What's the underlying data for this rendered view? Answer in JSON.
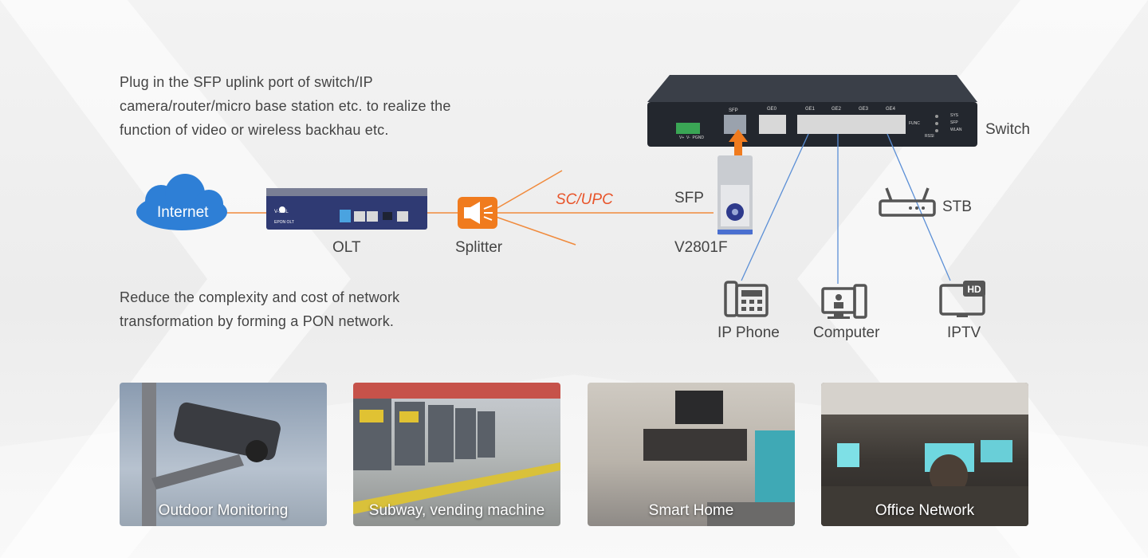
{
  "intro_text": {
    "line1": "Plug in the SFP uplink port of switch/IP",
    "line2": "camera/router/micro base station etc. to realize the",
    "line3": "function of video or wireless backhau etc."
  },
  "bottom_text": {
    "line1": "Reduce the complexity and cost of network",
    "line2": "transformation by forming a PON network."
  },
  "diagram": {
    "internet": "Internet",
    "olt": "OLT",
    "olt_brand": "V-SOL",
    "olt_model": "EPON OLT",
    "splitter": "Splitter",
    "connector": "SC/UPC",
    "sfp": "SFP",
    "module": "V2801F",
    "switch": "Switch",
    "stb": "STB",
    "ip_phone": "IP Phone",
    "computer": "Computer",
    "iptv": "IPTV",
    "hd_badge": "HD",
    "switch_ports": {
      "sfp": "SFP",
      "ge0": "GE0",
      "ge1": "GE1",
      "ge2": "GE2",
      "ge3": "GE3",
      "ge4": "GE4",
      "power": "V+  V-  PGND",
      "func": "FUNC",
      "rssi": "RSSI",
      "sys": "SYS",
      "sfp_led": "SFP",
      "wlan": "WLAN"
    }
  },
  "scenarios": [
    {
      "caption": "Outdoor Monitoring"
    },
    {
      "caption": "Subway, vending machine"
    },
    {
      "caption": "Smart Home"
    },
    {
      "caption": "Office Network"
    }
  ],
  "colors": {
    "fiber": "#f08a3c",
    "cable": "#5b8fd6",
    "internet": "#2e7fd6",
    "accent": "#e8542a"
  }
}
